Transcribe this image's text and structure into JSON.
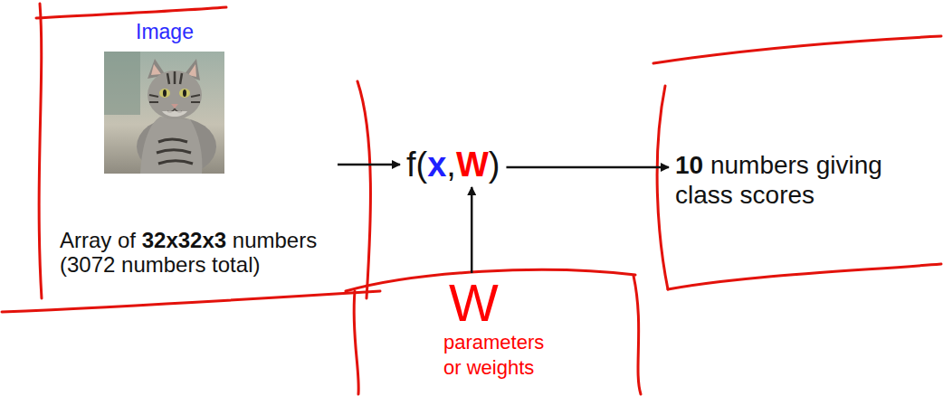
{
  "diagram": {
    "nodes": [
      {
        "text": [
          "Image",
          "Array of 32x32x3 numbers (3072 numbers total)"
        ]
      },
      {
        "text": [
          "f(x,W)"
        ]
      },
      {
        "text": [
          "W",
          "parameters or weights"
        ]
      },
      {
        "text": [
          "10 numbers giving class scores"
        ]
      }
    ],
    "edges": [
      {
        "from": 0,
        "to": 1,
        "arrow": "to"
      },
      {
        "from": 2,
        "to": 1,
        "arrow": "to"
      },
      {
        "from": 1,
        "to": 3,
        "arrow": "to"
      }
    ]
  }
}
